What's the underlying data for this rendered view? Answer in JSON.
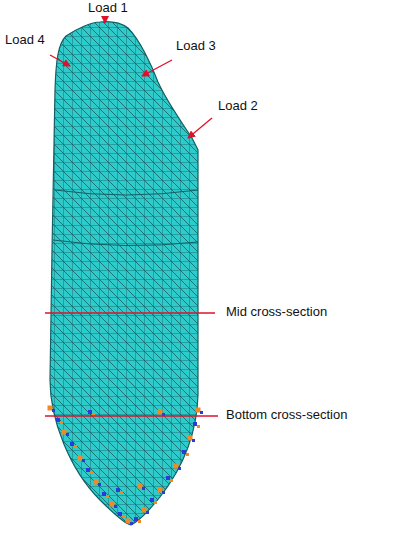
{
  "diagram": {
    "labels": [
      "Load 1",
      "Load 4",
      "Load 3",
      "Load 2",
      "Mid cross-section",
      "Bottom cross-section"
    ]
  }
}
